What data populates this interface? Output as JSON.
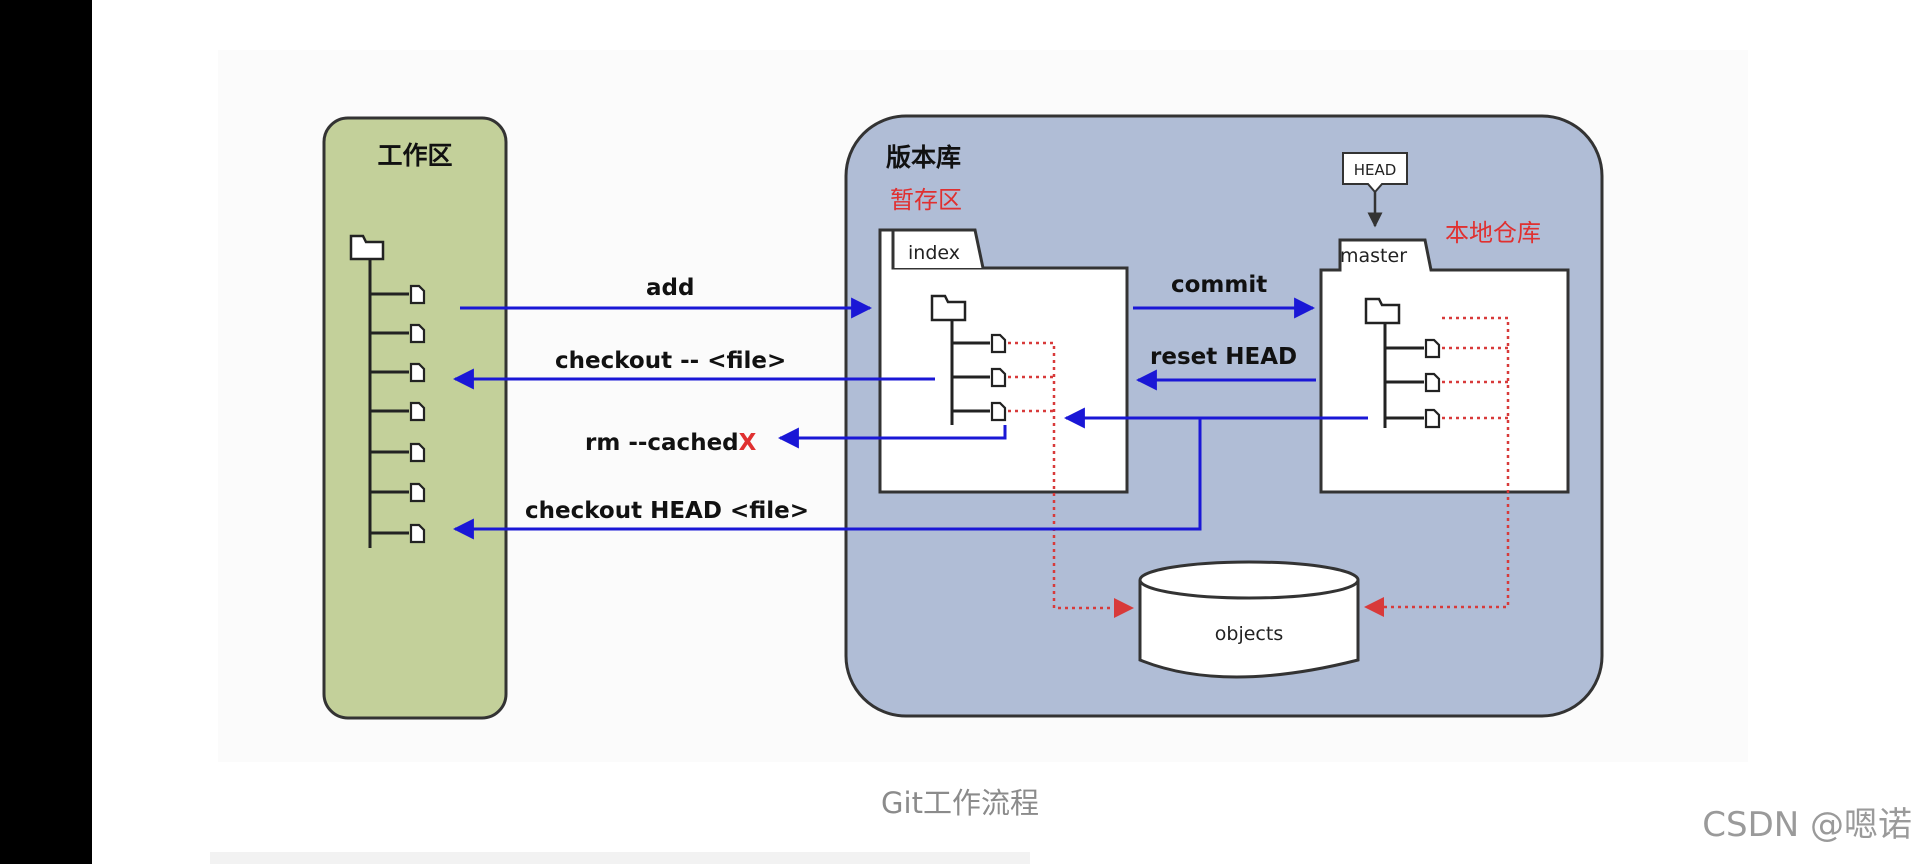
{
  "diagram": {
    "working_dir": {
      "title": "工作区"
    },
    "repository": {
      "title": "版本库",
      "stage_title": "暂存区",
      "local_repo_title": "本地仓库",
      "index_label": "index",
      "master_label": "master",
      "head_label": "HEAD",
      "objects_label": "objects"
    },
    "operations": {
      "add": "add",
      "checkout_file": "checkout -- <file>",
      "rm_cached": "rm --cached",
      "rm_mark": "X",
      "checkout_head": "checkout HEAD <file>",
      "commit": "commit",
      "reset_head": "reset HEAD"
    },
    "colors": {
      "working_fill": "#c3d09a",
      "repo_fill": "#b0bdd6",
      "flow_arrow": "#1a17d6",
      "object_link": "#d83a3a"
    }
  },
  "caption": "Git工作流程",
  "watermark": "CSDN @嗯诺"
}
